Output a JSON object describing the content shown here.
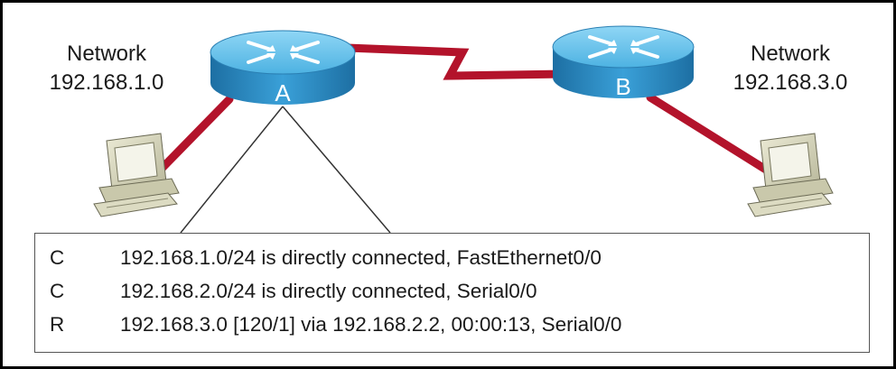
{
  "networks": {
    "left": {
      "title": "Network",
      "address": "192.168.1.0"
    },
    "right": {
      "title": "Network",
      "address": "192.168.3.0"
    }
  },
  "routers": {
    "a": {
      "label": "A"
    },
    "b": {
      "label": "B"
    }
  },
  "routing_table": [
    {
      "code": "C",
      "text": "192.168.1.0/24 is directly connected, FastEthernet0/0"
    },
    {
      "code": "C",
      "text": "192.168.2.0/24 is directly connected, Serial0/0"
    },
    {
      "code": "R",
      "text": "192.168.3.0 [120/1]  via 192.168.2.2, 00:00:13, Serial0/0"
    }
  ],
  "colors": {
    "link": "#b3132b",
    "router_body": "#2f8fc6",
    "router_top": "#6cc3ea",
    "computer": "#d8d8bc",
    "border": "#000000"
  }
}
